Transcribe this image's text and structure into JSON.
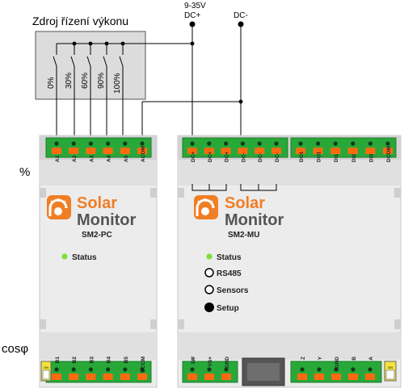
{
  "source_box": {
    "title": "Zdroj řízení výkonu",
    "switch_labels": [
      "0%",
      "30%",
      "60%",
      "90%",
      "100%"
    ]
  },
  "power": {
    "voltage": "9-35V",
    "plus_label": "DC+",
    "minus_label": "DC-"
  },
  "side_labels": {
    "percent": "%",
    "cosphi": "cosφ"
  },
  "pc_module": {
    "brand_line1": "Solar",
    "brand_line2": "Monitor",
    "model": "SM2-PC",
    "top_terminals": [
      "A1",
      "A2",
      "A3",
      "A4",
      "A5",
      "ACOM"
    ],
    "bottom_terminals": [
      "B1",
      "B2",
      "B3",
      "B4",
      "B5",
      "BCOM"
    ],
    "status_label": "Status",
    "colors": {
      "status_led": "#7be03a",
      "terminal_green": "#29a83a",
      "terminal_orange": "#ff6a10",
      "brand_orange": "#f07e25"
    }
  },
  "mu_module": {
    "brand_line1": "Solar",
    "brand_line2": "Monitor",
    "model": "SM2-MU",
    "top_terminals_a": [
      "DC+",
      "DC+",
      "DC+",
      "DC-",
      "DC-",
      "DC-"
    ],
    "top_terminals_b": [
      "DO1",
      "DO1",
      "DI1",
      "DI2",
      "DI3",
      "DCOM"
    ],
    "bottom_terminals_a": [
      "1W",
      "VS+",
      "GND"
    ],
    "bottom_terminals_b": [
      "Z",
      "Y",
      "4GND",
      "B",
      "A"
    ],
    "indicators": [
      "Status",
      "RS485",
      "Sensors",
      "Setup"
    ],
    "small_label": "ON"
  }
}
